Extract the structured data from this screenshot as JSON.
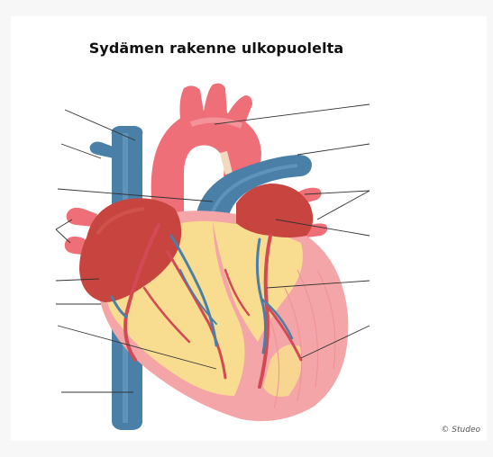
{
  "title": "Sydämen rakenne ulkopuolelta",
  "credit": "© Studeo",
  "colors": {
    "artery_red": "#ef6f78",
    "artery_red_dark": "#d34a55",
    "vein_blue": "#4a7fa8",
    "vein_blue_light": "#6ea0c7",
    "atrium_red": "#c8443f",
    "fat_yellow": "#f8dc8f",
    "muscle_pink": "#f4a5a7",
    "leader_line": "#333333"
  },
  "icons": [
    "heart-illustration"
  ]
}
